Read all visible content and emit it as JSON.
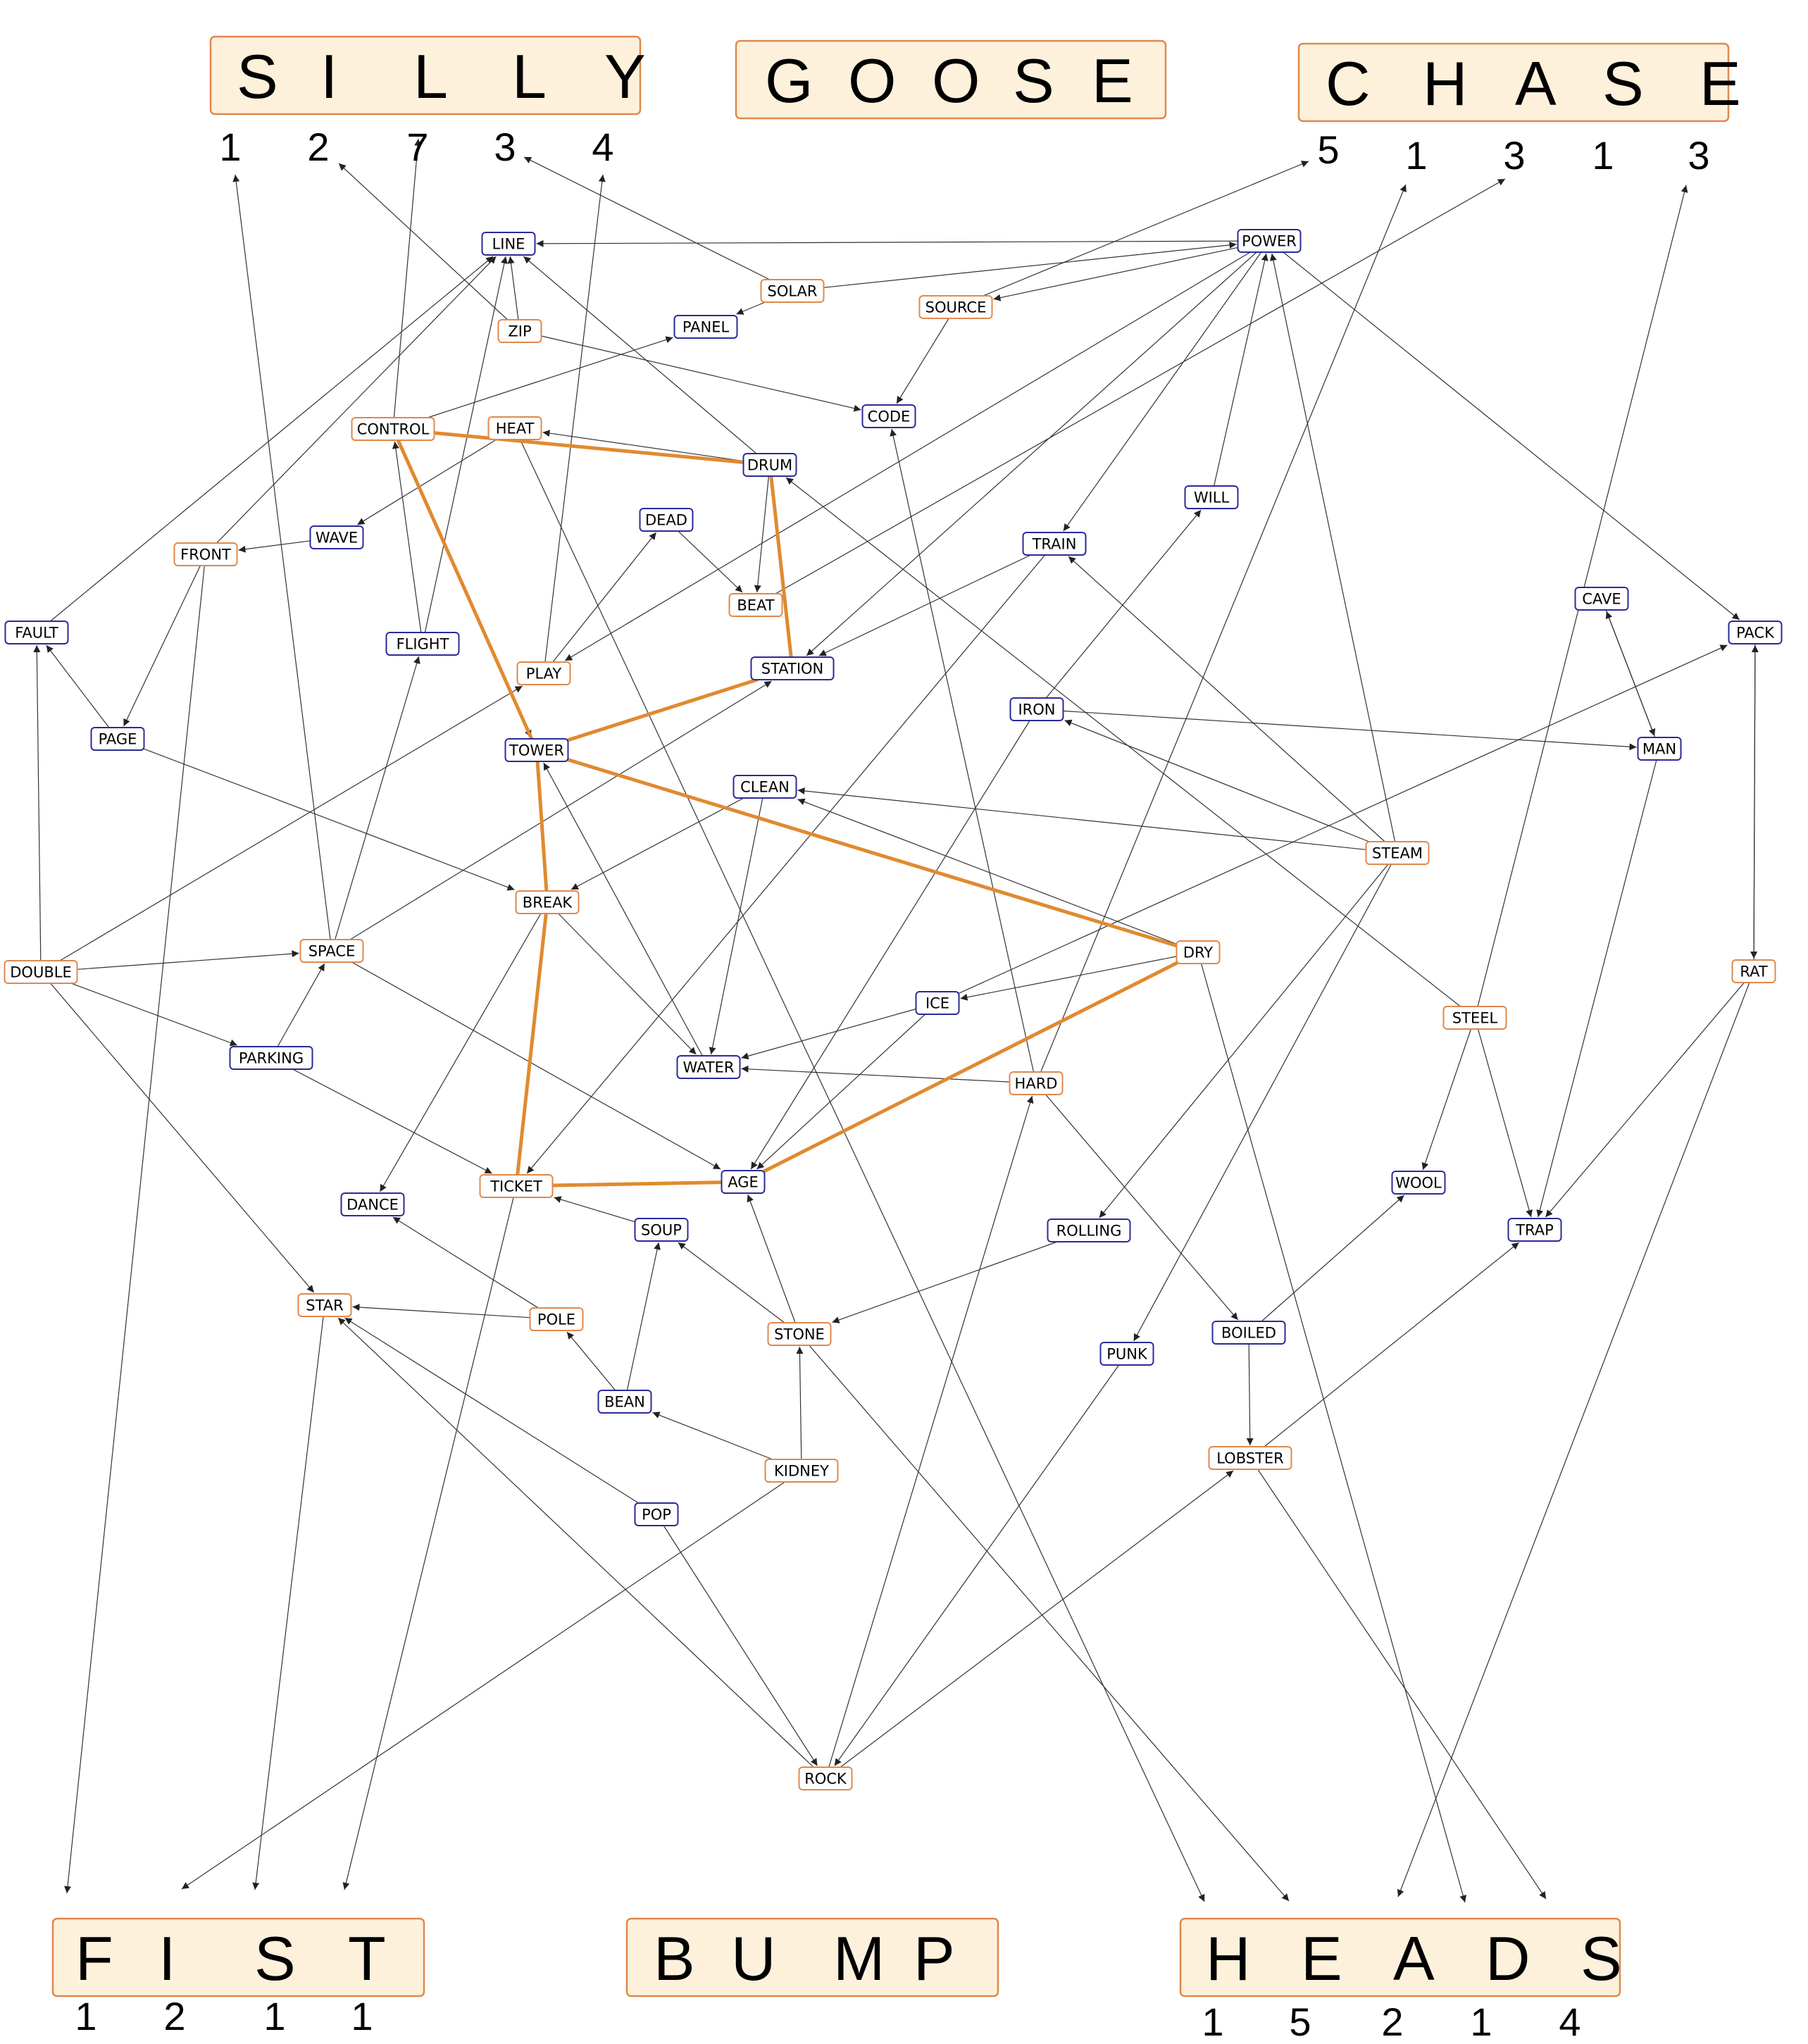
{
  "colors": {
    "orange": "#e0884a",
    "blue": "#2a2a9a",
    "highlight": "#e08a30",
    "word_fill": "#fdf1dc",
    "edge": "#333333"
  },
  "words": [
    {
      "id": "silly",
      "letters": [
        "S",
        "I",
        "L",
        "L",
        "Y"
      ],
      "numbers": [
        "1",
        "2",
        "7",
        "3",
        "4"
      ]
    },
    {
      "id": "goose",
      "letters": [
        "G",
        "O",
        "O",
        "S",
        "E"
      ],
      "numbers": []
    },
    {
      "id": "chase",
      "letters": [
        "C",
        "H",
        "A",
        "S",
        "E"
      ],
      "numbers": [
        "5",
        "1",
        "3",
        "1",
        "3"
      ]
    },
    {
      "id": "fist",
      "letters": [
        "F",
        "I",
        "S",
        "T"
      ],
      "numbers": [
        "1",
        "2",
        "1",
        "1"
      ]
    },
    {
      "id": "bump",
      "letters": [
        "B",
        "U",
        "M",
        "P"
      ],
      "numbers": []
    },
    {
      "id": "heads",
      "letters": [
        "H",
        "E",
        "A",
        "D",
        "S"
      ],
      "numbers": [
        "1",
        "5",
        "2",
        "1",
        "4"
      ]
    }
  ],
  "nodes": {
    "LINE": "blue",
    "POWER": "blue",
    "SOLAR": "orange",
    "SOURCE": "orange",
    "PANEL": "blue",
    "ZIP": "orange",
    "CODE": "blue",
    "CONTROL": "orange",
    "HEAT": "orange",
    "DRUM": "blue",
    "WILL": "blue",
    "DEAD": "blue",
    "WAVE": "blue",
    "FRONT": "orange",
    "TRAIN": "blue",
    "BEAT": "orange",
    "CAVE": "blue",
    "FAULT": "blue",
    "FLIGHT": "blue",
    "PLAY": "orange",
    "STATION": "blue",
    "PACK": "blue",
    "IRON": "blue",
    "PAGE": "blue",
    "TOWER": "blue",
    "MAN": "blue",
    "CLEAN": "blue",
    "STEAM": "orange",
    "BREAK": "orange",
    "SPACE": "orange",
    "DRY": "orange",
    "DOUBLE": "orange",
    "RAT": "orange",
    "ICE": "blue",
    "STEEL": "orange",
    "PARKING": "blue",
    "WATER": "blue",
    "HARD": "orange",
    "WOOL": "blue",
    "TICKET": "orange",
    "AGE": "blue",
    "DANCE": "blue",
    "SOUP": "blue",
    "ROLLING": "blue",
    "TRAP": "blue",
    "STAR": "orange",
    "POLE": "orange",
    "STONE": "orange",
    "PUNK": "blue",
    "BOILED": "blue",
    "BEAN": "blue",
    "LOBSTER": "orange",
    "KIDNEY": "orange",
    "POP": "blue",
    "ROCK": "orange"
  },
  "edges": [
    [
      "POWER",
      "LINE"
    ],
    [
      "SOLAR",
      "POWER"
    ],
    [
      "SOLAR",
      "PANEL"
    ],
    [
      "SOLAR",
      "SILLY.3"
    ],
    [
      "POWER",
      "SOURCE"
    ],
    [
      "SOURCE",
      "CHASE.0"
    ],
    [
      "SOURCE",
      "CODE"
    ],
    [
      "ZIP",
      "LINE"
    ],
    [
      "ZIP",
      "SILLY.1"
    ],
    [
      "ZIP",
      "CODE"
    ],
    [
      "CONTROL",
      "SILLY.2"
    ],
    [
      "CONTROL",
      "PANEL"
    ],
    [
      "CONTROL",
      "TOWER"
    ],
    [
      "HEAT",
      "WAVE"
    ],
    [
      "HEAT",
      "BUMP.3"
    ],
    [
      "DRUM",
      "LINE"
    ],
    [
      "DRUM",
      "HEAT"
    ],
    [
      "DRUM",
      "BEAT"
    ],
    [
      "DEAD",
      "BEAT"
    ],
    [
      "WAVE",
      "FRONT"
    ],
    [
      "FRONT",
      "LINE"
    ],
    [
      "FRONT",
      "PAGE"
    ],
    [
      "FRONT",
      "FIST.0"
    ],
    [
      "WILL",
      "POWER"
    ],
    [
      "POWER",
      "TRAIN"
    ],
    [
      "POWER",
      "STATION"
    ],
    [
      "POWER",
      "PLAY"
    ],
    [
      "POWER",
      "PACK"
    ],
    [
      "BEAT",
      "CHASE.2"
    ],
    [
      "TRAIN",
      "STATION"
    ],
    [
      "TRAIN",
      "TICKET"
    ],
    [
      "FAULT",
      "LINE"
    ],
    [
      "FLIGHT",
      "LINE"
    ],
    [
      "FLIGHT",
      "CONTROL"
    ],
    [
      "PLAY",
      "SILLY.4"
    ],
    [
      "PLAY",
      "DEAD"
    ],
    [
      "PAGE",
      "FAULT"
    ],
    [
      "PAGE",
      "BREAK"
    ],
    [
      "IRON",
      "WILL"
    ],
    [
      "IRON",
      "MAN"
    ],
    [
      "IRON",
      "AGE"
    ],
    [
      "CAVE",
      "MAN"
    ],
    [
      "MAN",
      "CAVE"
    ],
    [
      "MAN",
      "TRAP"
    ],
    [
      "PACK",
      "RAT"
    ],
    [
      "RAT",
      "PACK"
    ],
    [
      "RAT",
      "TRAP"
    ],
    [
      "RAT",
      "HEADS.0"
    ],
    [
      "STEAM",
      "POWER"
    ],
    [
      "STEAM",
      "TRAIN"
    ],
    [
      "STEAM",
      "IRON"
    ],
    [
      "STEAM",
      "CLEAN"
    ],
    [
      "STEAM",
      "ROLLING"
    ],
    [
      "STEAM",
      "PUNK"
    ],
    [
      "STEEL",
      "CHASE.4"
    ],
    [
      "STEEL",
      "DRUM"
    ],
    [
      "STEEL",
      "WOOL"
    ],
    [
      "STEEL",
      "TRAP"
    ],
    [
      "CLEAN",
      "BREAK"
    ],
    [
      "CLEAN",
      "WATER"
    ],
    [
      "DRY",
      "CLEAN"
    ],
    [
      "DRY",
      "ICE"
    ],
    [
      "DRY",
      "HEADS.2"
    ],
    [
      "ICE",
      "PACK"
    ],
    [
      "ICE",
      "WATER"
    ],
    [
      "ICE",
      "AGE"
    ],
    [
      "SPACE",
      "SILLY.0"
    ],
    [
      "SPACE",
      "FLIGHT"
    ],
    [
      "SPACE",
      "STATION"
    ],
    [
      "SPACE",
      "AGE"
    ],
    [
      "DOUBLE",
      "FAULT"
    ],
    [
      "DOUBLE",
      "SPACE"
    ],
    [
      "DOUBLE",
      "PARKING"
    ],
    [
      "DOUBLE",
      "PLAY"
    ],
    [
      "DOUBLE",
      "STAR"
    ],
    [
      "PARKING",
      "SPACE"
    ],
    [
      "PARKING",
      "TICKET"
    ],
    [
      "BREAK",
      "WATER"
    ],
    [
      "BREAK",
      "DANCE"
    ],
    [
      "WATER",
      "TOWER"
    ],
    [
      "HARD",
      "WATER"
    ],
    [
      "HARD",
      "CODE"
    ],
    [
      "HARD",
      "CHASE.1"
    ],
    [
      "HARD",
      "BOILED"
    ],
    [
      "ROCK",
      "HARD"
    ],
    [
      "STONE",
      "AGE"
    ],
    [
      "STONE",
      "SOUP"
    ],
    [
      "STONE",
      "HEADS.1"
    ],
    [
      "ROLLING",
      "STONE"
    ],
    [
      "SOUP",
      "TICKET"
    ],
    [
      "TICKET",
      "FIST.3"
    ],
    [
      "POLE",
      "DANCE"
    ],
    [
      "POLE",
      "STAR"
    ],
    [
      "STAR",
      "FIST.2"
    ],
    [
      "BEAN",
      "SOUP"
    ],
    [
      "BEAN",
      "POLE"
    ],
    [
      "KIDNEY",
      "BEAN"
    ],
    [
      "KIDNEY",
      "STONE"
    ],
    [
      "KIDNEY",
      "FIST.1"
    ],
    [
      "POP",
      "STAR"
    ],
    [
      "POP",
      "ROCK"
    ],
    [
      "ROCK",
      "STAR"
    ],
    [
      "ROCK",
      "LOBSTER"
    ],
    [
      "PUNK",
      "ROCK"
    ],
    [
      "BOILED",
      "WOOL"
    ],
    [
      "BOILED",
      "LOBSTER"
    ],
    [
      "LOBSTER",
      "TRAP"
    ],
    [
      "LOBSTER",
      "HEADS.3"
    ]
  ],
  "highlight_path": [
    "CONTROL",
    "DRUM",
    "STATION",
    "TOWER",
    "DRY",
    "AGE",
    "TICKET",
    "BREAK",
    "TOWER",
    "CONTROL"
  ]
}
